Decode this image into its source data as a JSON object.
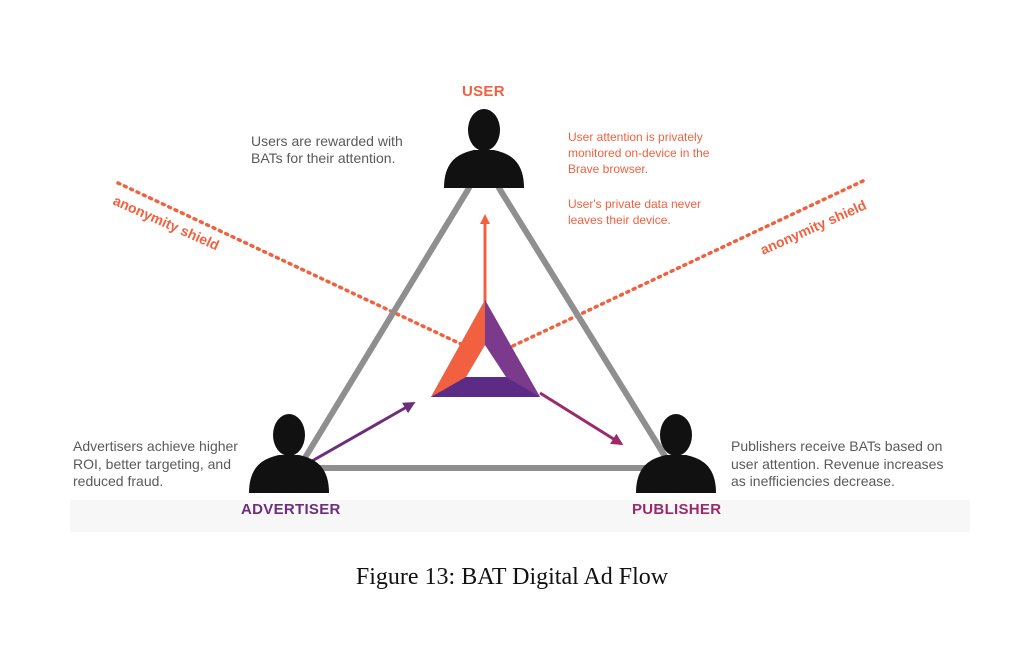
{
  "figure": {
    "caption": "Figure 13: BAT Digital Ad Flow"
  },
  "colors": {
    "user": "#f2613f",
    "advertiser": "#6b2f7e",
    "publisher": "#9b2a6a",
    "triangle_edge": "#8f8f8f",
    "body_text": "#5a5a5a",
    "person": "#111111",
    "logo_orange": "#f2613f",
    "logo_purple_dark": "#5b2b86",
    "logo_purple_mid": "#7b3a8c"
  },
  "nodes": {
    "user": {
      "label": "USER",
      "icon": "person-icon"
    },
    "advertiser": {
      "label": "ADVERTISER",
      "icon": "person-icon"
    },
    "publisher": {
      "label": "PUBLISHER",
      "icon": "person-icon"
    }
  },
  "notes": {
    "user_reward": "Users are rewarded with\nBATs for their attention.",
    "user_privacy_1": "User attention is privately\nmonitored on-device in the\nBrave browser.",
    "user_privacy_2": "User's private data never\nleaves their device.",
    "advertiser": "Advertisers achieve higher\nROI, better targeting, and\nreduced fraud.",
    "publisher": "Publishers receive BATs based on\nuser attention. Revenue increases\nas inefficiencies decrease."
  },
  "shields": {
    "left": "anonymity shield",
    "right": "anonymity shield"
  },
  "center": {
    "icon": "bat-logo-icon"
  }
}
